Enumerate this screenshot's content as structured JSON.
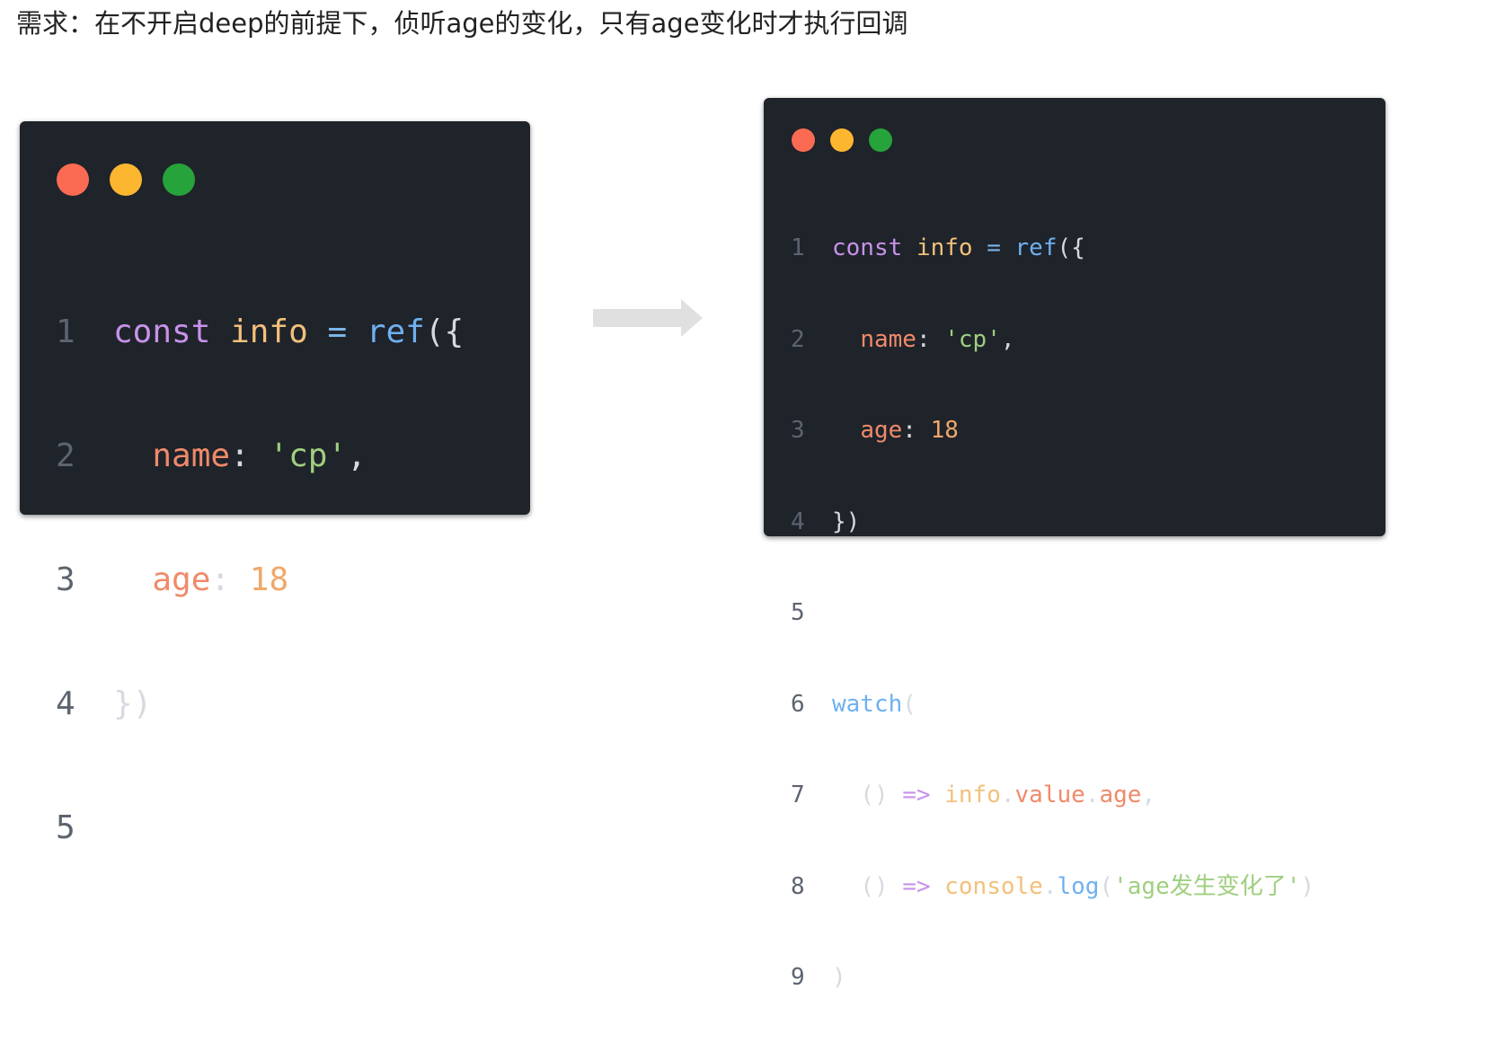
{
  "heading": "需求：在不开启deep的前提下，侦听age的变化，只有age变化时才执行回调",
  "colors": {
    "window_bg": "#1f232a",
    "dot_red": "#fb6b53",
    "dot_yellow": "#fcb630",
    "dot_green": "#27a33b",
    "arrow": "#e0e0e0"
  },
  "icons": {
    "transition_arrow": "right-arrow-icon"
  },
  "left_code": {
    "line_numbers": [
      "1",
      "2",
      "3",
      "4",
      "5"
    ],
    "l1": {
      "kw": "const",
      "var": "info",
      "op": "=",
      "fn": "ref",
      "punc": "({"
    },
    "l2": {
      "prop": "name",
      "colon": ":",
      "str": "'cp'",
      "comma": ","
    },
    "l3": {
      "prop": "age",
      "colon": ":",
      "num": "18"
    },
    "l4": {
      "punc": "})"
    }
  },
  "right_code": {
    "line_numbers": [
      "1",
      "2",
      "3",
      "4",
      "5",
      "6",
      "7",
      "8",
      "9"
    ],
    "l1": {
      "kw": "const",
      "var": "info",
      "op": "=",
      "fn": "ref",
      "punc": "({"
    },
    "l2": {
      "prop": "name",
      "colon": ":",
      "str": "'cp'",
      "comma": ","
    },
    "l3": {
      "prop": "age",
      "colon": ":",
      "num": "18"
    },
    "l4": {
      "punc": "})"
    },
    "l6": {
      "fn": "watch",
      "punc": "("
    },
    "l7": {
      "parens": "()",
      "arrow": "=>",
      "obj": "info",
      "dot1": ".",
      "prop1": "value",
      "dot2": ".",
      "prop2": "age",
      "comma": ","
    },
    "l8": {
      "parens": "()",
      "arrow": "=>",
      "obj": "console",
      "dot": ".",
      "method": "log",
      "open": "(",
      "str": "'age发生变化了'",
      "close": ")"
    },
    "l9": {
      "punc": ")"
    }
  }
}
